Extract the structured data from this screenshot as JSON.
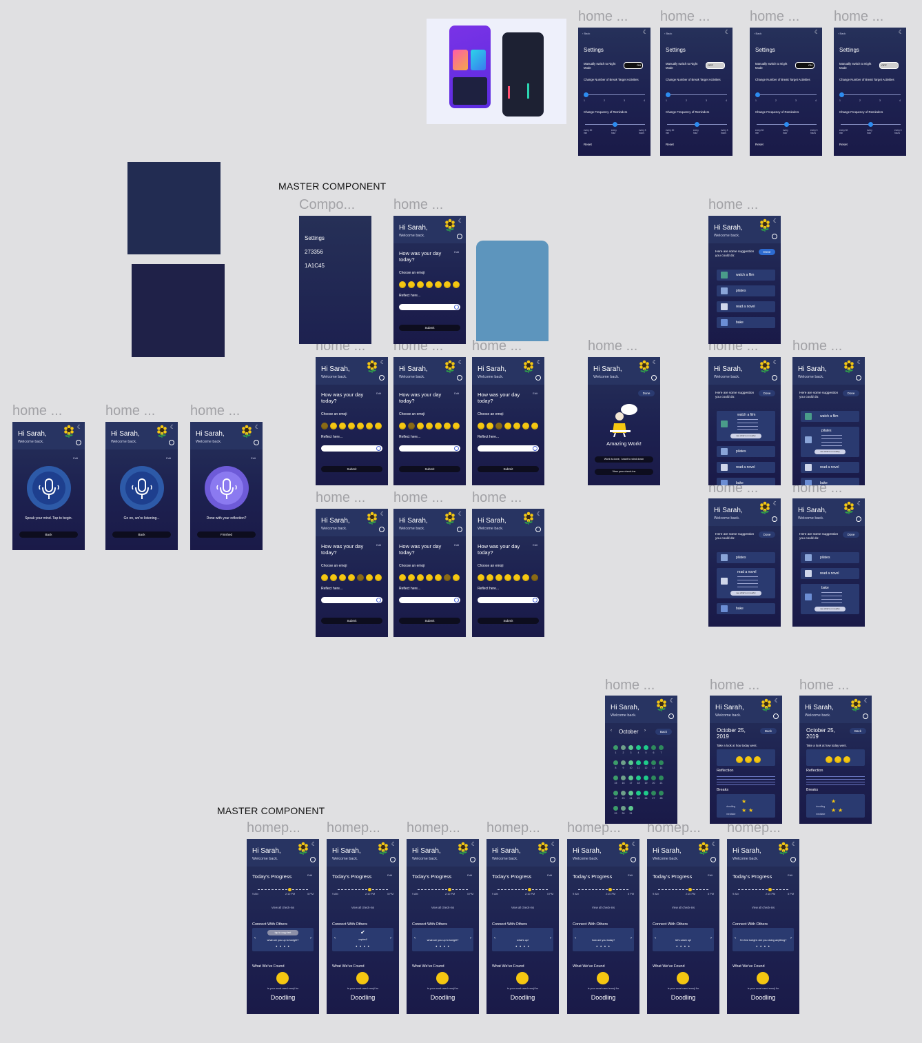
{
  "canvas": {
    "frame_label": "home ...",
    "master_label": "MASTER COMPONENT",
    "component_label": "Compo...",
    "homepage_label": "homep..."
  },
  "component": {
    "title": "Settings",
    "value1": "273356",
    "value2": "1A1C45"
  },
  "user": {
    "greeting": "Hi Sarah,",
    "welcome": "Welcome back."
  },
  "settings": {
    "back": "‹ Back",
    "title": "Settings",
    "night_label": "Manually switch to Night Mode",
    "toggles": [
      "ON",
      "OFF",
      "ON",
      "OFF"
    ],
    "break_label": "Change Number of Break Target Activities",
    "break_ticks": [
      "1",
      "2",
      "3",
      "4"
    ],
    "freq_label": "Change Frequency of Reminders",
    "freq_ticks": [
      "every 30 min",
      "every hour",
      "every 3 hours"
    ],
    "reset": "Reset"
  },
  "checkin": {
    "edit": "Edit",
    "question": "How was your day today?",
    "choose": "Choose an emoji",
    "reflect": "Reflect here...",
    "submit": "Submit"
  },
  "voice": [
    {
      "caption": "Speak your mind. Tap to begin.",
      "button": "Back"
    },
    {
      "caption": "Go on, we're listening...",
      "button": "Back"
    },
    {
      "caption": "Done with your reflection?",
      "button": "Finished"
    }
  ],
  "amazing": {
    "done": "Done",
    "title": "Amazing Work!",
    "btn1": "Work is done, I want to wind down",
    "btn2": "View your check-ins"
  },
  "suggest": {
    "done": "Done",
    "intro": "Here are some suggestion you could do:",
    "items": [
      "watch a film",
      "pilates",
      "read a novel",
      "bake"
    ],
    "visit": "see what's on nearby"
  },
  "calendar": {
    "month": "October",
    "back": "Back",
    "days": [
      "1",
      "2",
      "3",
      "4",
      "5",
      "6",
      "7",
      "8",
      "9",
      "10",
      "11",
      "12",
      "13",
      "14",
      "15",
      "16",
      "17",
      "18",
      "19",
      "20",
      "21",
      "22",
      "23",
      "24",
      "25",
      "26",
      "27",
      "28",
      "29",
      "30",
      "31"
    ]
  },
  "day": {
    "date": "October 25, 2019",
    "back": "Back",
    "look": "Take a look at how today went.",
    "reflection": "Reflection",
    "breaks": "Breaks",
    "b1": "doodling",
    "b2": "meditate"
  },
  "homepage": {
    "progress": "Today's Progress",
    "edit": "Edit",
    "times": [
      "9 AM",
      "2:10 PM",
      "5 PM"
    ],
    "view_all": "View all check-ins",
    "connect": "Connect With Others",
    "messages": [
      "what are you up to tonight?",
      "copied!",
      "what are you up to tonight?",
      "what's up!",
      "how are you today?",
      "let's catch up!",
      "I'm free tonight. Are you doing anything?"
    ],
    "copy_hint": "tap to copy text",
    "found": "What We've Found",
    "found_sub": "is your most used emoji for",
    "activity": "Doodling"
  }
}
